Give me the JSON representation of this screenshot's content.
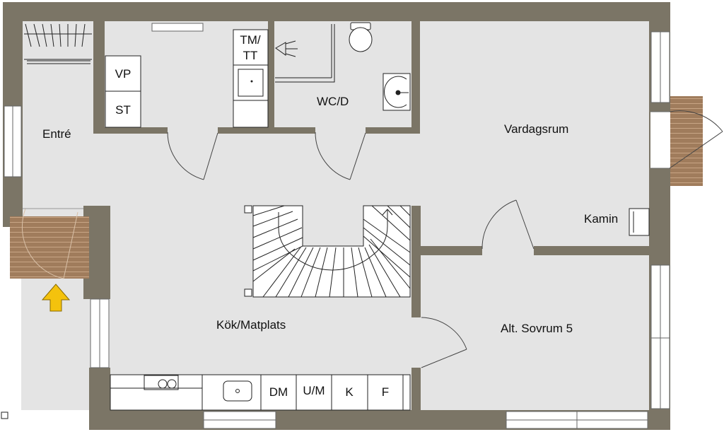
{
  "rooms": {
    "entre": "Entré",
    "wc": "WC/D",
    "vardagsrum": "Vardagsrum",
    "kamin": "Kamin",
    "kok": "Kök/Matplats",
    "sovrum": "Alt. Sovrum 5"
  },
  "fixtures": {
    "vp": "VP",
    "st": "ST",
    "tm_line1": "TM/",
    "tm_line2": "TT",
    "dm": "DM",
    "um": "U/M",
    "k": "K",
    "f": "F"
  },
  "colors": {
    "wall": "#7b7566",
    "floor": "#e4e4e4",
    "deck": "#a07c5c",
    "arrow": "#f4c20d"
  }
}
